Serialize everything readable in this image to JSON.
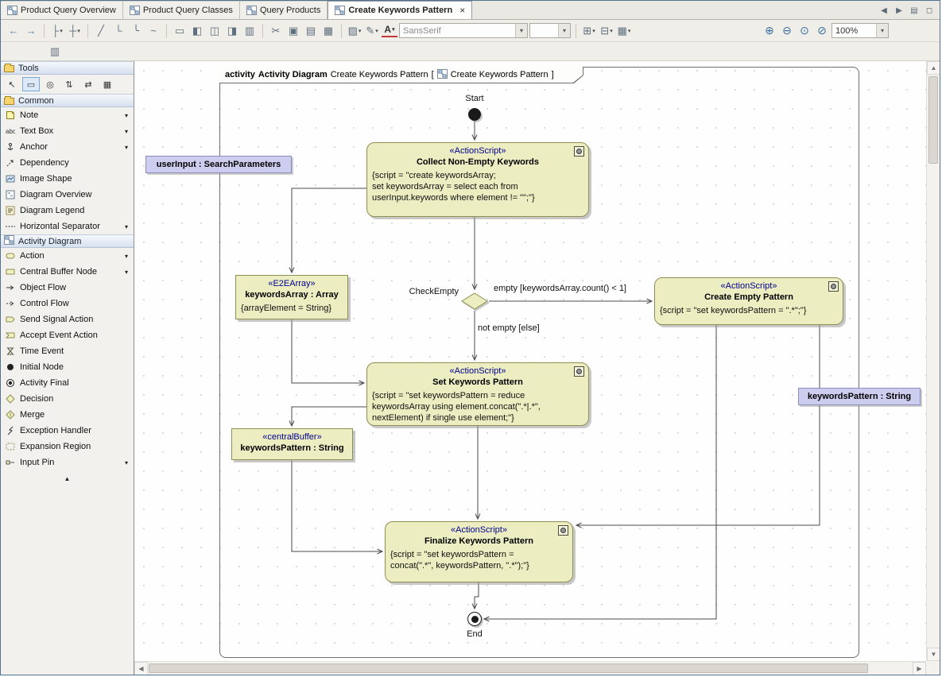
{
  "tabbar": {
    "tabs": [
      {
        "label": "Product Query Overview",
        "active": false
      },
      {
        "label": "Product Query Classes",
        "active": false
      },
      {
        "label": "Query Products",
        "active": false
      },
      {
        "label": "Create Keywords Pattern",
        "active": true
      }
    ],
    "close_glyph": "×",
    "controls": [
      {
        "name": "previous-diagram-icon"
      },
      {
        "name": "next-diagram-icon"
      },
      {
        "name": "diagram-list-icon"
      },
      {
        "name": "restore-window-icon"
      }
    ]
  },
  "toolbar": {
    "font_name": "SansSerif",
    "font_size": "",
    "zoom": "100%",
    "groups": [
      [
        {
          "name": "back-icon"
        },
        {
          "name": "forward-icon"
        }
      ],
      [
        {
          "name": "layout-icon",
          "dd": true
        },
        {
          "name": "related-elements-icon",
          "dd": true
        }
      ],
      [
        {
          "name": "oblique-path-icon"
        },
        {
          "name": "rectilinear-path-icon"
        },
        {
          "name": "rounded-path-icon"
        },
        {
          "name": "bezier-path-icon"
        }
      ],
      [
        {
          "name": "same-size-icon"
        },
        {
          "name": "align-left-icon"
        },
        {
          "name": "align-center-icon"
        },
        {
          "name": "align-right-icon"
        },
        {
          "name": "distribute-icon"
        }
      ],
      [
        {
          "name": "cut-icon"
        },
        {
          "name": "copy-icon"
        },
        {
          "name": "paste-icon"
        },
        {
          "name": "paste-with-style-icon"
        }
      ],
      [
        {
          "name": "fill-color-icon",
          "dd": true
        },
        {
          "name": "pen-color-icon",
          "dd": true
        },
        {
          "name": "font-color-icon",
          "dd": true
        }
      ],
      [
        {
          "name": "insert-row-icon",
          "dd": true
        },
        {
          "name": "insert-column-icon",
          "dd": true
        },
        {
          "name": "table-icon",
          "dd": true
        }
      ],
      [
        {
          "name": "zoom-in-icon"
        },
        {
          "name": "zoom-out-icon"
        },
        {
          "name": "zoom-1-1-icon"
        },
        {
          "name": "zoom-fit-icon"
        }
      ]
    ],
    "secondary_buttons": [
      {
        "name": "swimlanes-icon"
      }
    ]
  },
  "palette": {
    "headers": {
      "tools": "Tools",
      "common": "Common",
      "activity": "Activity Diagram"
    },
    "tool_buttons": [
      {
        "name": "selection-tool-icon",
        "selected": false
      },
      {
        "name": "marquee-tool-icon",
        "selected": true
      },
      {
        "name": "hand-tool-icon",
        "selected": false
      },
      {
        "name": "distribute-vertical-icon",
        "selected": false
      },
      {
        "name": "distribute-horizontal-icon",
        "selected": false
      },
      {
        "name": "swimlane-tool-icon",
        "selected": false
      }
    ],
    "common_items": [
      {
        "label": "Note",
        "icon": "note-icon",
        "dropdown": true
      },
      {
        "label": "Text Box",
        "icon": "text-box-icon",
        "dropdown": true
      },
      {
        "label": "Anchor",
        "icon": "anchor-icon",
        "dropdown": true
      },
      {
        "label": "Dependency",
        "icon": "dependency-icon",
        "dropdown": false
      },
      {
        "label": "Image Shape",
        "icon": "image-shape-icon",
        "dropdown": false
      },
      {
        "label": "Diagram Overview",
        "icon": "diagram-overview-icon",
        "dropdown": false
      },
      {
        "label": "Diagram Legend",
        "icon": "diagram-legend-icon",
        "dropdown": false
      },
      {
        "label": "Horizontal Separator",
        "icon": "horizontal-separator-icon",
        "dropdown": true
      }
    ],
    "activity_items": [
      {
        "label": "Action",
        "icon": "action-icon",
        "dropdown": true
      },
      {
        "label": "Central Buffer Node",
        "icon": "central-buffer-icon",
        "dropdown": true
      },
      {
        "label": "Object Flow",
        "icon": "object-flow-icon",
        "dropdown": false
      },
      {
        "label": "Control Flow",
        "icon": "control-flow-icon",
        "dropdown": false
      },
      {
        "label": "Send Signal Action",
        "icon": "send-signal-icon",
        "dropdown": false
      },
      {
        "label": "Accept Event Action",
        "icon": "accept-event-icon",
        "dropdown": false
      },
      {
        "label": "Time Event",
        "icon": "time-event-icon",
        "dropdown": false
      },
      {
        "label": "Initial Node",
        "icon": "initial-node-icon",
        "dropdown": false
      },
      {
        "label": "Activity Final",
        "icon": "activity-final-icon",
        "dropdown": false
      },
      {
        "label": "Decision",
        "icon": "decision-icon",
        "dropdown": false
      },
      {
        "label": "Merge",
        "icon": "merge-icon",
        "dropdown": false
      },
      {
        "label": "Exception Handler",
        "icon": "exception-handler-icon",
        "dropdown": false
      },
      {
        "label": "Expansion Region",
        "icon": "expansion-region-icon",
        "dropdown": false
      },
      {
        "label": "Input Pin",
        "icon": "input-pin-icon",
        "dropdown": true
      }
    ]
  },
  "diagram": {
    "frame": {
      "kind": "activity",
      "type": "Activity Diagram",
      "name": "Create Keywords Pattern",
      "bracket_open": "[",
      "context": "Create Keywords Pattern",
      "bracket_close": "]"
    },
    "start_label": "Start",
    "end_label": "End",
    "nodes": {
      "collect": {
        "stereotype": "«ActionScript»",
        "name": "Collect Non-Empty Keywords",
        "lines": [
          "{script = \"create keywordsArray;",
          "set keywordsArray = select each from",
          "userInput.keywords where element != \"\";\"}"
        ]
      },
      "create_empty": {
        "stereotype": "«ActionScript»",
        "name": "Create Empty Pattern",
        "lines": [
          "{script = \"set keywordsPattern = \".*\";\"}"
        ]
      },
      "set_pattern": {
        "stereotype": "«ActionScript»",
        "name": "Set Keywords Pattern",
        "lines": [
          "{script = \"set keywordsPattern = reduce",
          "keywordsArray using element.concat(\".*|.*\",",
          "nextElement) if single use element;\"}"
        ]
      },
      "finalize": {
        "stereotype": "«ActionScript»",
        "name": "Finalize Keywords Pattern",
        "lines": [
          "{script = \"set keywordsPattern =",
          "concat(\".*\", keywordsPattern, \".*\");\"}"
        ]
      },
      "keywords_array": {
        "stereotype": "«E2EArray»",
        "name": "keywordsArray : Array",
        "lines": [
          "{arrayElement = String}"
        ]
      },
      "central_buffer": {
        "stereotype": "«centralBuffer»",
        "name": "keywordsPattern : String"
      }
    },
    "labels": {
      "user_input": "userInput : SearchParameters",
      "keywords_pattern": "keywordsPattern : String",
      "decision_name": "CheckEmpty",
      "guard_empty": "empty [keywordsArray.count() < 1]",
      "guard_not_empty": "not empty [else]"
    }
  },
  "colors": {
    "action_fill": "#EDEDC2",
    "action_border": "#8E8E55",
    "stereotype_text": "#00008F",
    "object_label_fill": "#CDCDF0",
    "object_label_border": "#8A8ABD"
  }
}
